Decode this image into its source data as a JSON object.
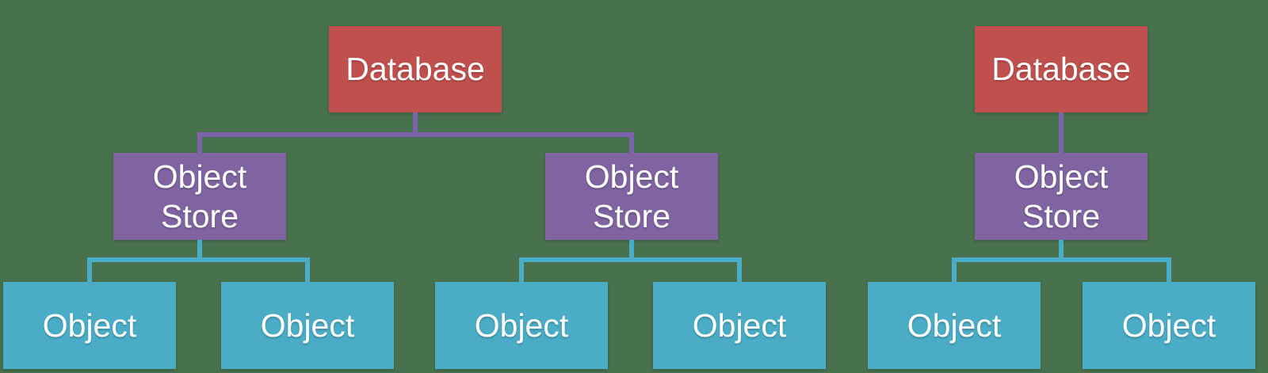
{
  "diagram": {
    "type": "tree",
    "colors": {
      "background": "#48714E",
      "database_fill": "#C0504D",
      "object_store_fill": "#8064A2",
      "object_fill": "#4BACC6",
      "connector_database": "#7D62AE",
      "connector_object": "#4BACC6",
      "node_text": "#FFFFFF"
    },
    "trees": {
      "left": {
        "database": {
          "label": "Database"
        },
        "object_stores": [
          {
            "label": "Object Store",
            "objects": [
              {
                "label": "Object"
              },
              {
                "label": "Object"
              }
            ]
          },
          {
            "label": "Object Store",
            "objects": [
              {
                "label": "Object"
              },
              {
                "label": "Object"
              }
            ]
          }
        ]
      },
      "right": {
        "database": {
          "label": "Database"
        },
        "object_stores": [
          {
            "label": "Object Store",
            "objects": [
              {
                "label": "Object"
              },
              {
                "label": "Object"
              }
            ]
          }
        ]
      }
    }
  }
}
